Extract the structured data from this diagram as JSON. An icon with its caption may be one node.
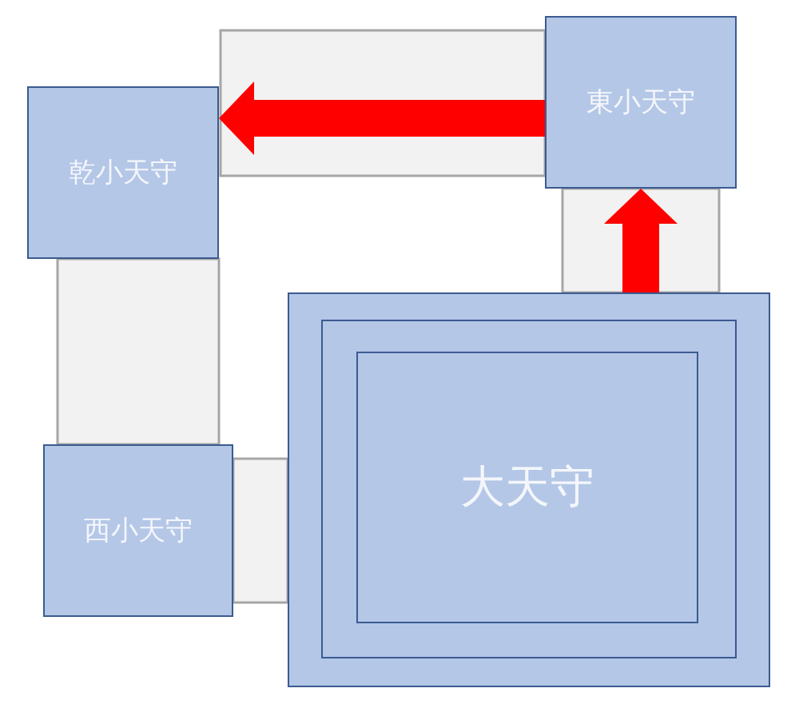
{
  "diagram": {
    "nodes": [
      {
        "text": [
          "乾小天守"
        ]
      },
      {
        "text": [
          "東小天守"
        ]
      },
      {
        "text": [
          "西小天守"
        ]
      },
      {
        "text": [],
        "shape": "box"
      },
      {
        "text": [],
        "shape": "box",
        "in": 3
      },
      {
        "text": [
          "大天守"
        ],
        "in": 4
      }
    ],
    "edges": [
      {
        "from": 3,
        "to": 1,
        "arrow": "to",
        "color": "#ff0000"
      },
      {
        "from": 1,
        "to": 0,
        "arrow": "to",
        "color": "#ff0000"
      }
    ]
  }
}
